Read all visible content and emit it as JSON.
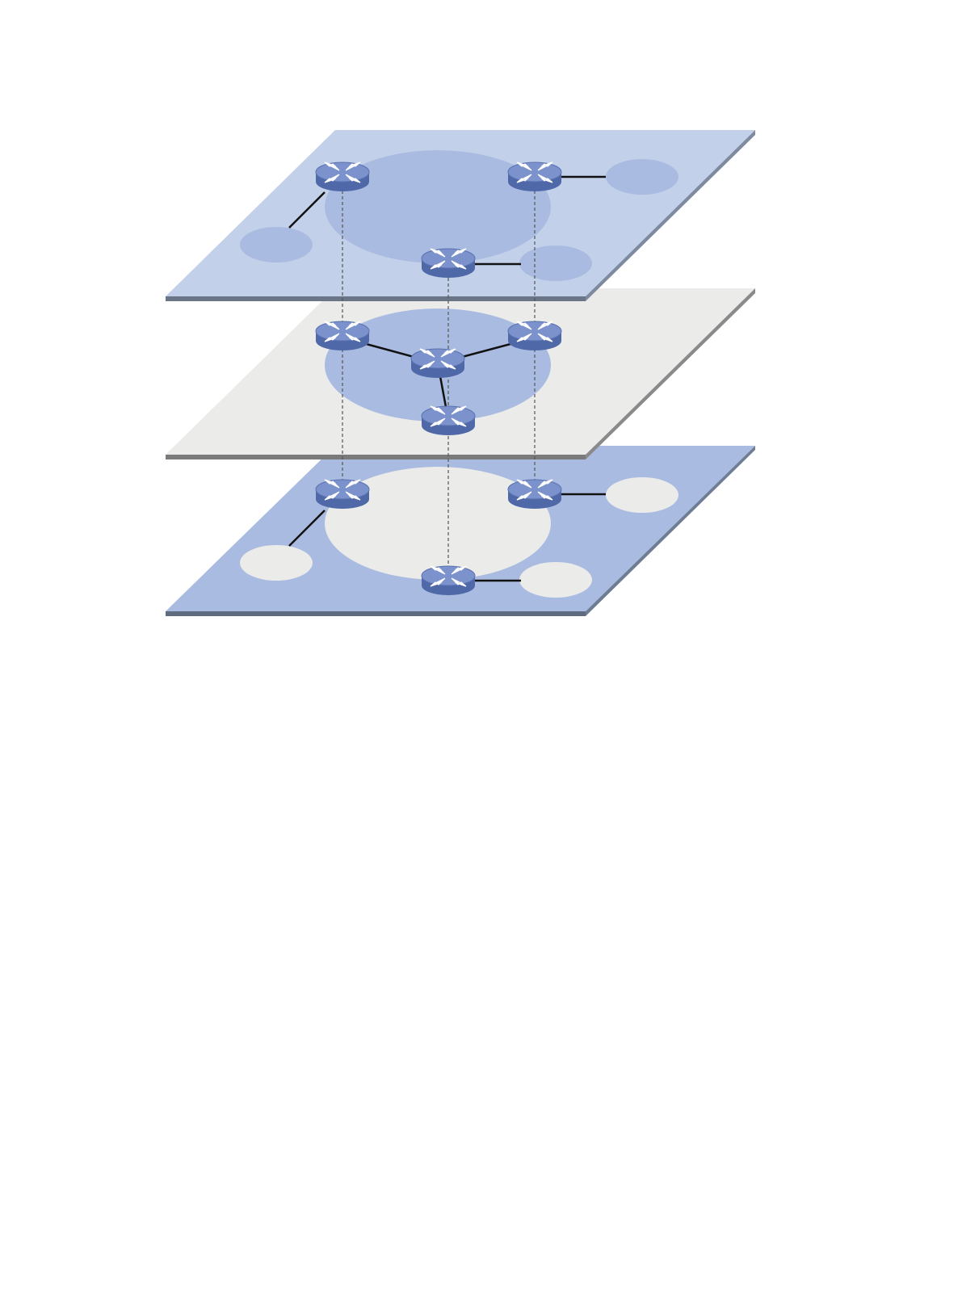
{
  "diagram": {
    "description_visible_text": "",
    "colors": {
      "layer_top": "#c3d0ea",
      "layer_middle": "#ebebea",
      "layer_bottom": "#a9bbe0",
      "region_blue": "#a9bbe0",
      "region_light": "#ebebea",
      "plane_edge": "#7a7a7a",
      "link": "#111111",
      "router_body": "#4f68a8",
      "router_top": "#7c92cc"
    },
    "layers": [
      {
        "id": "top",
        "routers": 3,
        "external_links": 3
      },
      {
        "id": "middle",
        "routers": 4,
        "internal_links": 3
      },
      {
        "id": "bottom",
        "routers": 3,
        "external_links": 3
      }
    ],
    "vertical_projections": 3,
    "icons": [
      "router-icon"
    ]
  }
}
